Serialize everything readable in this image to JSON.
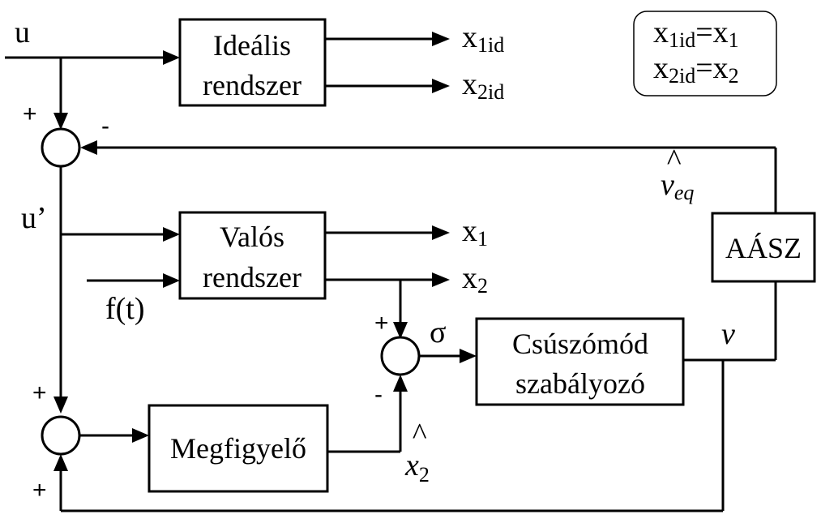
{
  "blocks": {
    "ideal_line1": "Ideális",
    "ideal_line2": "rendszer",
    "real_line1": "Valós",
    "real_line2": "rendszer",
    "smc_line1": "Csúszómód",
    "smc_line2": "szabályozó",
    "observer": "Megfigyelő",
    "aasz": "AÁSZ"
  },
  "signals": {
    "u": "u",
    "u_prime": "u’",
    "f": "f(t)",
    "x_base": "x",
    "sub_1id": "1id",
    "sub_2id": "2id",
    "sub_1": "1",
    "sub_2": "2",
    "sub_eq": "eq",
    "sub_hat2": "2",
    "sigma": "σ",
    "v": "v",
    "nu": "ν",
    "hat": "^",
    "equals": "="
  },
  "signs": {
    "plus": "+",
    "minus": "-"
  }
}
